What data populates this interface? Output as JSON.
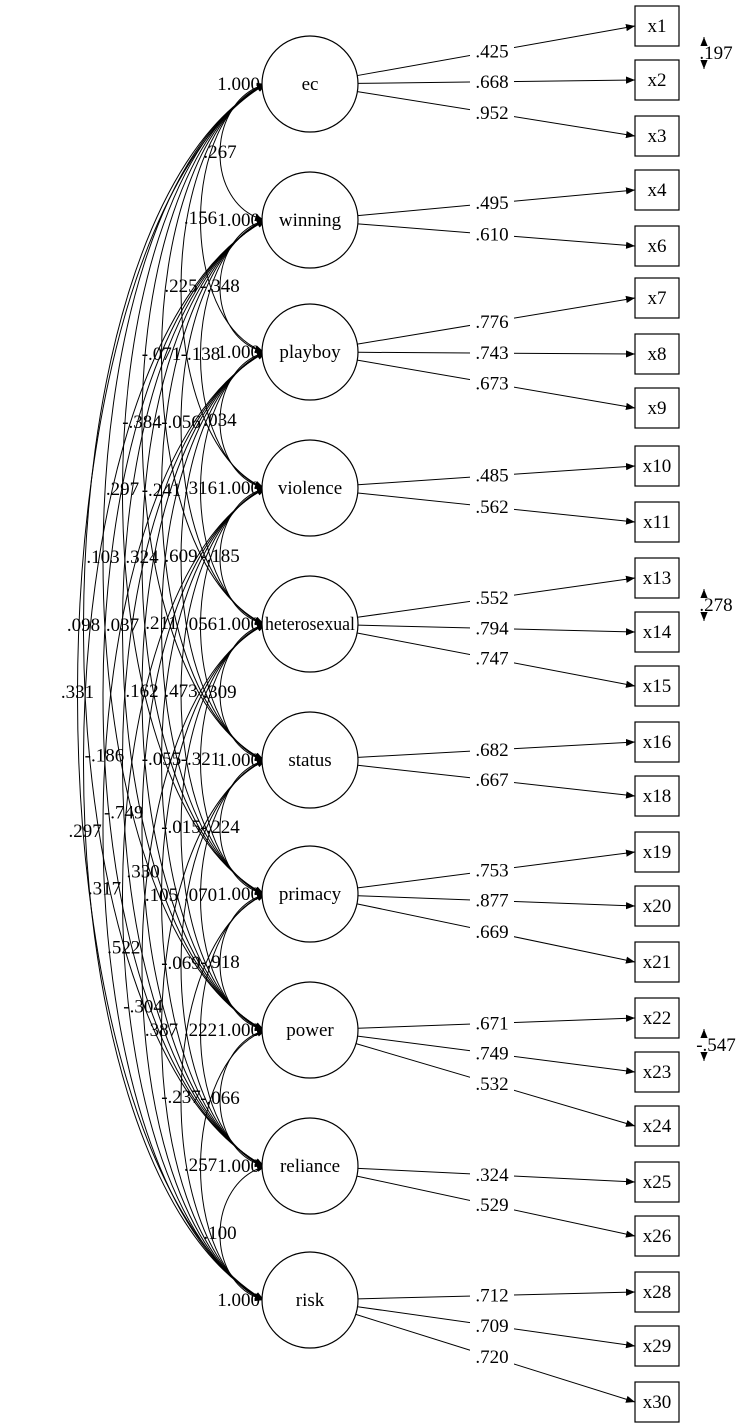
{
  "latents": [
    {
      "name": "ec",
      "variance": "1.000",
      "indicators": [
        {
          "name": "x1",
          "loading": ".425"
        },
        {
          "name": "x2",
          "loading": ".668"
        },
        {
          "name": "x3",
          "loading": ".952"
        }
      ]
    },
    {
      "name": "winning",
      "variance": "1.000",
      "indicators": [
        {
          "name": "x4",
          "loading": ".495"
        },
        {
          "name": "x6",
          "loading": ".610"
        }
      ]
    },
    {
      "name": "playboy",
      "variance": "1.000",
      "indicators": [
        {
          "name": "x7",
          "loading": ".776"
        },
        {
          "name": "x8",
          "loading": ".743"
        },
        {
          "name": "x9",
          "loading": ".673"
        }
      ]
    },
    {
      "name": "violence",
      "variance": "1.000",
      "indicators": [
        {
          "name": "x10",
          "loading": ".485"
        },
        {
          "name": "x11",
          "loading": ".562"
        }
      ]
    },
    {
      "name": "heterosexual",
      "variance": "1.000",
      "indicators": [
        {
          "name": "x13",
          "loading": ".552"
        },
        {
          "name": "x14",
          "loading": ".794"
        },
        {
          "name": "x15",
          "loading": ".747"
        }
      ]
    },
    {
      "name": "status",
      "variance": "1.000",
      "indicators": [
        {
          "name": "x16",
          "loading": ".682"
        },
        {
          "name": "x18",
          "loading": ".667"
        }
      ]
    },
    {
      "name": "primacy",
      "variance": "1.000",
      "indicators": [
        {
          "name": "x19",
          "loading": ".753"
        },
        {
          "name": "x20",
          "loading": ".877"
        },
        {
          "name": "x21",
          "loading": ".669"
        }
      ]
    },
    {
      "name": "power",
      "variance": "1.000",
      "indicators": [
        {
          "name": "x22",
          "loading": ".671"
        },
        {
          "name": "x23",
          "loading": ".749"
        },
        {
          "name": "x24",
          "loading": ".532"
        }
      ]
    },
    {
      "name": "reliance",
      "variance": "1.000",
      "indicators": [
        {
          "name": "x25",
          "loading": ".324"
        },
        {
          "name": "x26",
          "loading": ".529"
        }
      ]
    },
    {
      "name": "risk",
      "variance": "1.000",
      "indicators": [
        {
          "name": "x28",
          "loading": ".712"
        },
        {
          "name": "x29",
          "loading": ".709"
        },
        {
          "name": "x30",
          "loading": ".720"
        }
      ]
    }
  ],
  "correlations": [
    {
      "from": "ec",
      "to": "winning",
      "value": ".267"
    },
    {
      "from": "ec",
      "to": "playboy",
      "value": ".156"
    },
    {
      "from": "ec",
      "to": "violence",
      "value": ".225"
    },
    {
      "from": "ec",
      "to": "heterosexual",
      "value": "-.071"
    },
    {
      "from": "ec",
      "to": "status",
      "value": "-.384"
    },
    {
      "from": "ec",
      "to": "primacy",
      "value": ".297"
    },
    {
      "from": "ec",
      "to": "power",
      "value": ".103"
    },
    {
      "from": "ec",
      "to": "reliance",
      "value": ".098"
    },
    {
      "from": "ec",
      "to": "risk",
      "value": ".331"
    },
    {
      "from": "winning",
      "to": "playboy",
      "value": "-.348"
    },
    {
      "from": "winning",
      "to": "violence",
      "value": "-.138"
    },
    {
      "from": "winning",
      "to": "heterosexual",
      "value": "-.056"
    },
    {
      "from": "winning",
      "to": "status",
      "value": "-.241"
    },
    {
      "from": "winning",
      "to": "primacy",
      "value": ".324"
    },
    {
      "from": "winning",
      "to": "power",
      "value": ".037"
    },
    {
      "from": "winning",
      "to": "reliance",
      "value": "-.186"
    },
    {
      "from": "winning",
      "to": "risk",
      "value": ".297"
    },
    {
      "from": "playboy",
      "to": "violence",
      "value": ".034"
    },
    {
      "from": "playboy",
      "to": "heterosexual",
      "value": ".316"
    },
    {
      "from": "playboy",
      "to": "status",
      "value": ".609"
    },
    {
      "from": "playboy",
      "to": "primacy",
      "value": ".211"
    },
    {
      "from": "playboy",
      "to": "power",
      "value": ".162"
    },
    {
      "from": "playboy",
      "to": "reliance",
      "value": "-.749"
    },
    {
      "from": "playboy",
      "to": "risk",
      "value": ".317"
    },
    {
      "from": "violence",
      "to": "heterosexual",
      "value": "-.185"
    },
    {
      "from": "violence",
      "to": "status",
      "value": ".056"
    },
    {
      "from": "violence",
      "to": "primacy",
      "value": ".473"
    },
    {
      "from": "violence",
      "to": "power",
      "value": "-.055"
    },
    {
      "from": "violence",
      "to": "reliance",
      "value": ".330"
    },
    {
      "from": "violence",
      "to": "risk",
      "value": ".522"
    },
    {
      "from": "heterosexual",
      "to": "status",
      "value": ".309"
    },
    {
      "from": "heterosexual",
      "to": "primacy",
      "value": "-.321"
    },
    {
      "from": "heterosexual",
      "to": "power",
      "value": "-.015"
    },
    {
      "from": "heterosexual",
      "to": "reliance",
      "value": ".105"
    },
    {
      "from": "heterosexual",
      "to": "risk",
      "value": "-.304"
    },
    {
      "from": "status",
      "to": "primacy",
      "value": "-.224"
    },
    {
      "from": "status",
      "to": "power",
      "value": ".070"
    },
    {
      "from": "status",
      "to": "reliance",
      "value": "-.069"
    },
    {
      "from": "status",
      "to": "risk",
      "value": ".387"
    },
    {
      "from": "primacy",
      "to": "power",
      "value": "-.918"
    },
    {
      "from": "primacy",
      "to": "reliance",
      "value": ".222"
    },
    {
      "from": "primacy",
      "to": "risk",
      "value": "-.237"
    },
    {
      "from": "power",
      "to": "reliance",
      "value": "-.066"
    },
    {
      "from": "power",
      "to": "risk",
      "value": ".257"
    },
    {
      "from": "reliance",
      "to": "risk",
      "value": ".100"
    }
  ],
  "error_covariances": [
    {
      "between": [
        "x1",
        "x2"
      ],
      "value": ".197"
    },
    {
      "between": [
        "x13",
        "x14"
      ],
      "value": ".278"
    },
    {
      "between": [
        "x22",
        "x23"
      ],
      "value": "-.547"
    }
  ]
}
